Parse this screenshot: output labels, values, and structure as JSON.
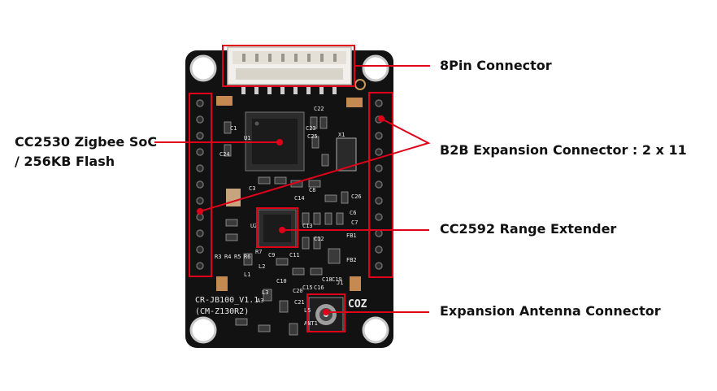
{
  "labels": {
    "connector_8pin": "8Pin Connector",
    "soc_line1": "CC2530 Zigbee SoC",
    "soc_line2": "/ 256KB Flash",
    "b2b": "B2B Expansion Connector :  2 x 11",
    "range_ext": "CC2592 Range Extender",
    "antenna": "Expansion Antenna Connector"
  },
  "board_silkscreen": {
    "board_name": "CR-JB100_V1.1",
    "board_model": "(CM-Z130R2)",
    "brand": "COZ",
    "refs": [
      "C22",
      "C23",
      "C25",
      "C24",
      "C1",
      "U1",
      "X1",
      "C26",
      "C3",
      "C8",
      "C14",
      "C13",
      "C12",
      "C11",
      "C10",
      "L2",
      "L1",
      "R3",
      "R4",
      "R5",
      "R6",
      "R7",
      "FB1",
      "FB2",
      "C20",
      "C21",
      "C18",
      "C19",
      "C16",
      "C15",
      "U2",
      "J1",
      "ANT1",
      "C9",
      "C6",
      "C7",
      "L3",
      "A3",
      "L5"
    ]
  },
  "colors": {
    "callout": "#e0001a",
    "board": "#111111",
    "pad": "#c48a52",
    "header_shell": "#f2f0ec"
  }
}
